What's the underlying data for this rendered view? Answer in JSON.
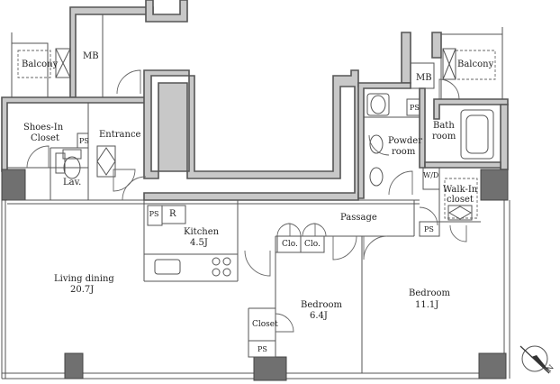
{
  "rooms": {
    "balcony_left": "Balcony",
    "mb_left": "MB",
    "shoes_closet_line1": "Shoes-In",
    "shoes_closet_line2": "Closet",
    "ps_entry": "PS",
    "entrance": "Entrance",
    "lav": "Lav.",
    "balcony_right": "Balcony",
    "mb_right": "MB",
    "ps_bath": "PS",
    "bath_line1": "Bath",
    "bath_line2": "room",
    "powder_line1": "Powder",
    "powder_line2": "room",
    "wd": "W/D",
    "walkin_line1": "Walk-In",
    "walkin_line2": "closet",
    "ps_walkin": "PS",
    "passage": "Passage",
    "ps_kitchen": "PS",
    "refrigerator": "R",
    "kitchen_name": "Kitchen",
    "kitchen_size": "4.5J",
    "clo1": "Clo.",
    "clo2": "Clo.",
    "living_name": "Living dining",
    "living_size": "20.7J",
    "closet": "Closet",
    "ps_bed": "PS",
    "bedroom1_name": "Bedroom",
    "bedroom1_size": "6.4J",
    "bedroom2_name": "Bedroom",
    "bedroom2_size": "11.1J",
    "north": "N"
  }
}
